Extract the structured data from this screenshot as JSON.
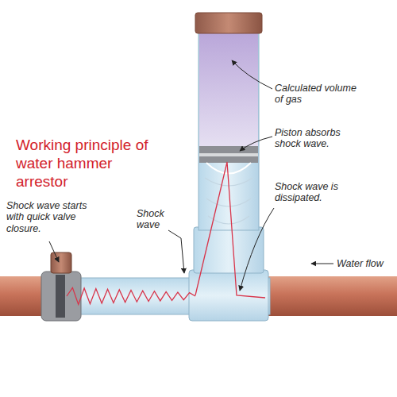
{
  "diagram": {
    "title": "Working principle of water hammer arrestor",
    "labels": [
      "Calculated volume of gas",
      "Piston absorbs shock wave.",
      "Shock wave starts with quick valve closure.",
      "Shock wave",
      "Shock wave is dissipated.",
      "Water flow"
    ]
  }
}
